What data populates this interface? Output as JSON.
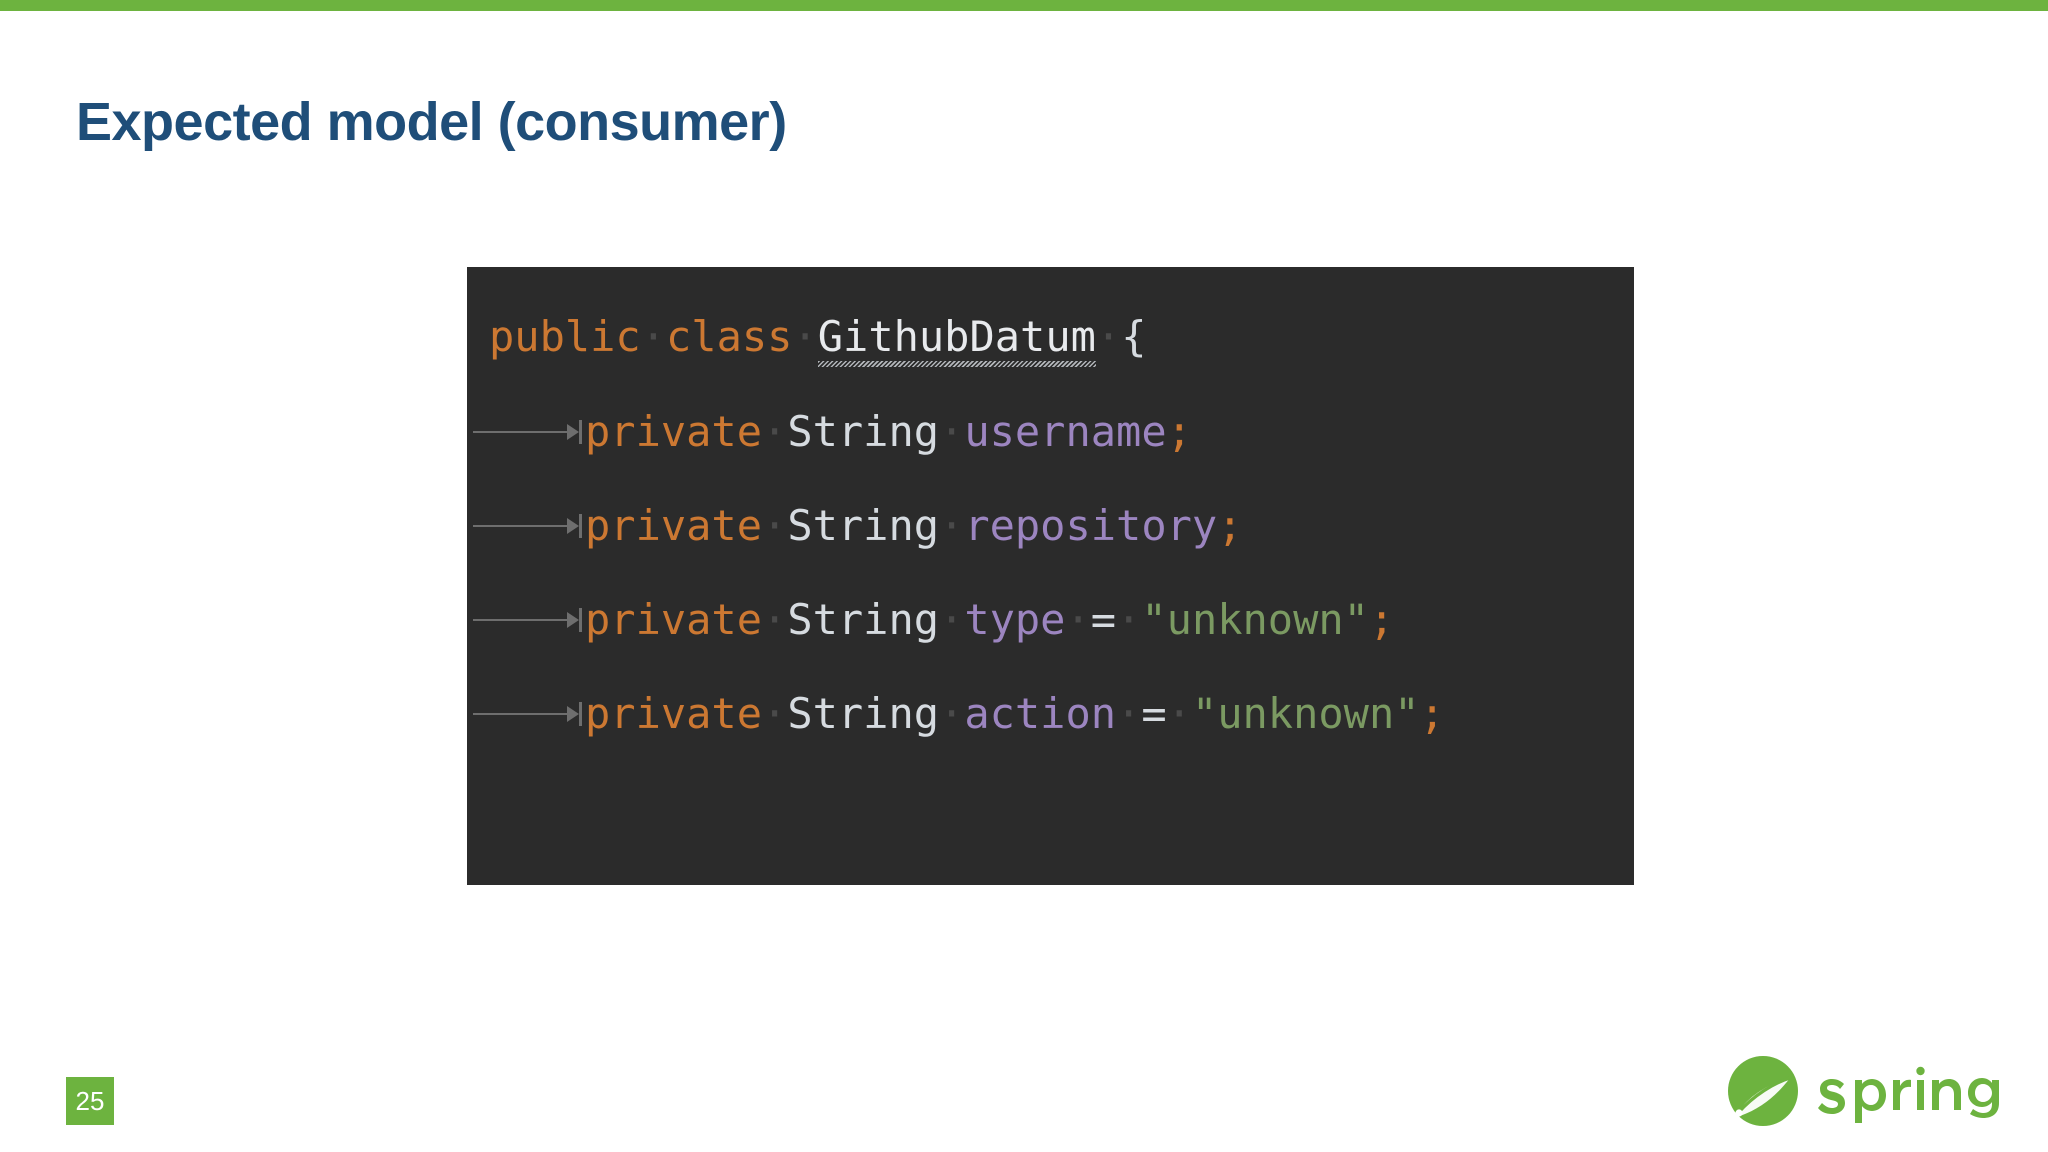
{
  "slide": {
    "title": "Expected model (consumer)",
    "page_number": "25",
    "accent_color": "#6DB33F",
    "title_color": "#1F4E79",
    "background_color": "#FFFFFF"
  },
  "code_block": {
    "background_color": "#2B2B2B",
    "language": "java",
    "colors": {
      "keyword": "#CC7832",
      "type": "#D6DBE0",
      "class_name": "#E8EAED",
      "field": "#9C85C0",
      "string": "#7B9A62",
      "operator": "#D6DBE0",
      "punctuation": "#CC7832",
      "whitespace_dot": "#4A4A4A",
      "indent_guide": "#6E6E6E"
    },
    "lines": [
      {
        "indent": false,
        "tokens": [
          {
            "t": "public",
            "k": "kw"
          },
          {
            "t": " ",
            "k": "ws"
          },
          {
            "t": "class",
            "k": "kw"
          },
          {
            "t": " ",
            "k": "ws"
          },
          {
            "t": "GithubDatum",
            "k": "class",
            "squiggly": true
          },
          {
            "t": " ",
            "k": "ws"
          },
          {
            "t": "{",
            "k": "brace"
          }
        ]
      },
      {
        "indent": true,
        "tokens": [
          {
            "t": "private",
            "k": "kw"
          },
          {
            "t": " ",
            "k": "ws"
          },
          {
            "t": "String",
            "k": "type"
          },
          {
            "t": " ",
            "k": "ws"
          },
          {
            "t": "username",
            "k": "field"
          },
          {
            "t": ";",
            "k": "punct"
          }
        ]
      },
      {
        "indent": true,
        "tokens": [
          {
            "t": "private",
            "k": "kw"
          },
          {
            "t": " ",
            "k": "ws"
          },
          {
            "t": "String",
            "k": "type"
          },
          {
            "t": " ",
            "k": "ws"
          },
          {
            "t": "repository",
            "k": "field"
          },
          {
            "t": ";",
            "k": "punct"
          }
        ]
      },
      {
        "indent": true,
        "tokens": [
          {
            "t": "private",
            "k": "kw"
          },
          {
            "t": " ",
            "k": "ws"
          },
          {
            "t": "String",
            "k": "type"
          },
          {
            "t": " ",
            "k": "ws"
          },
          {
            "t": "type",
            "k": "field"
          },
          {
            "t": " ",
            "k": "ws"
          },
          {
            "t": "=",
            "k": "op"
          },
          {
            "t": " ",
            "k": "ws"
          },
          {
            "t": "\"unknown\"",
            "k": "string"
          },
          {
            "t": ";",
            "k": "punct"
          }
        ]
      },
      {
        "indent": true,
        "tokens": [
          {
            "t": "private",
            "k": "kw"
          },
          {
            "t": " ",
            "k": "ws"
          },
          {
            "t": "String",
            "k": "type"
          },
          {
            "t": " ",
            "k": "ws"
          },
          {
            "t": "action",
            "k": "field"
          },
          {
            "t": " ",
            "k": "ws"
          },
          {
            "t": "=",
            "k": "op"
          },
          {
            "t": " ",
            "k": "ws"
          },
          {
            "t": "\"unknown\"",
            "k": "string"
          },
          {
            "t": ";",
            "k": "punct"
          }
        ]
      }
    ]
  },
  "brand": {
    "name": "spring",
    "color": "#6DB33F"
  }
}
